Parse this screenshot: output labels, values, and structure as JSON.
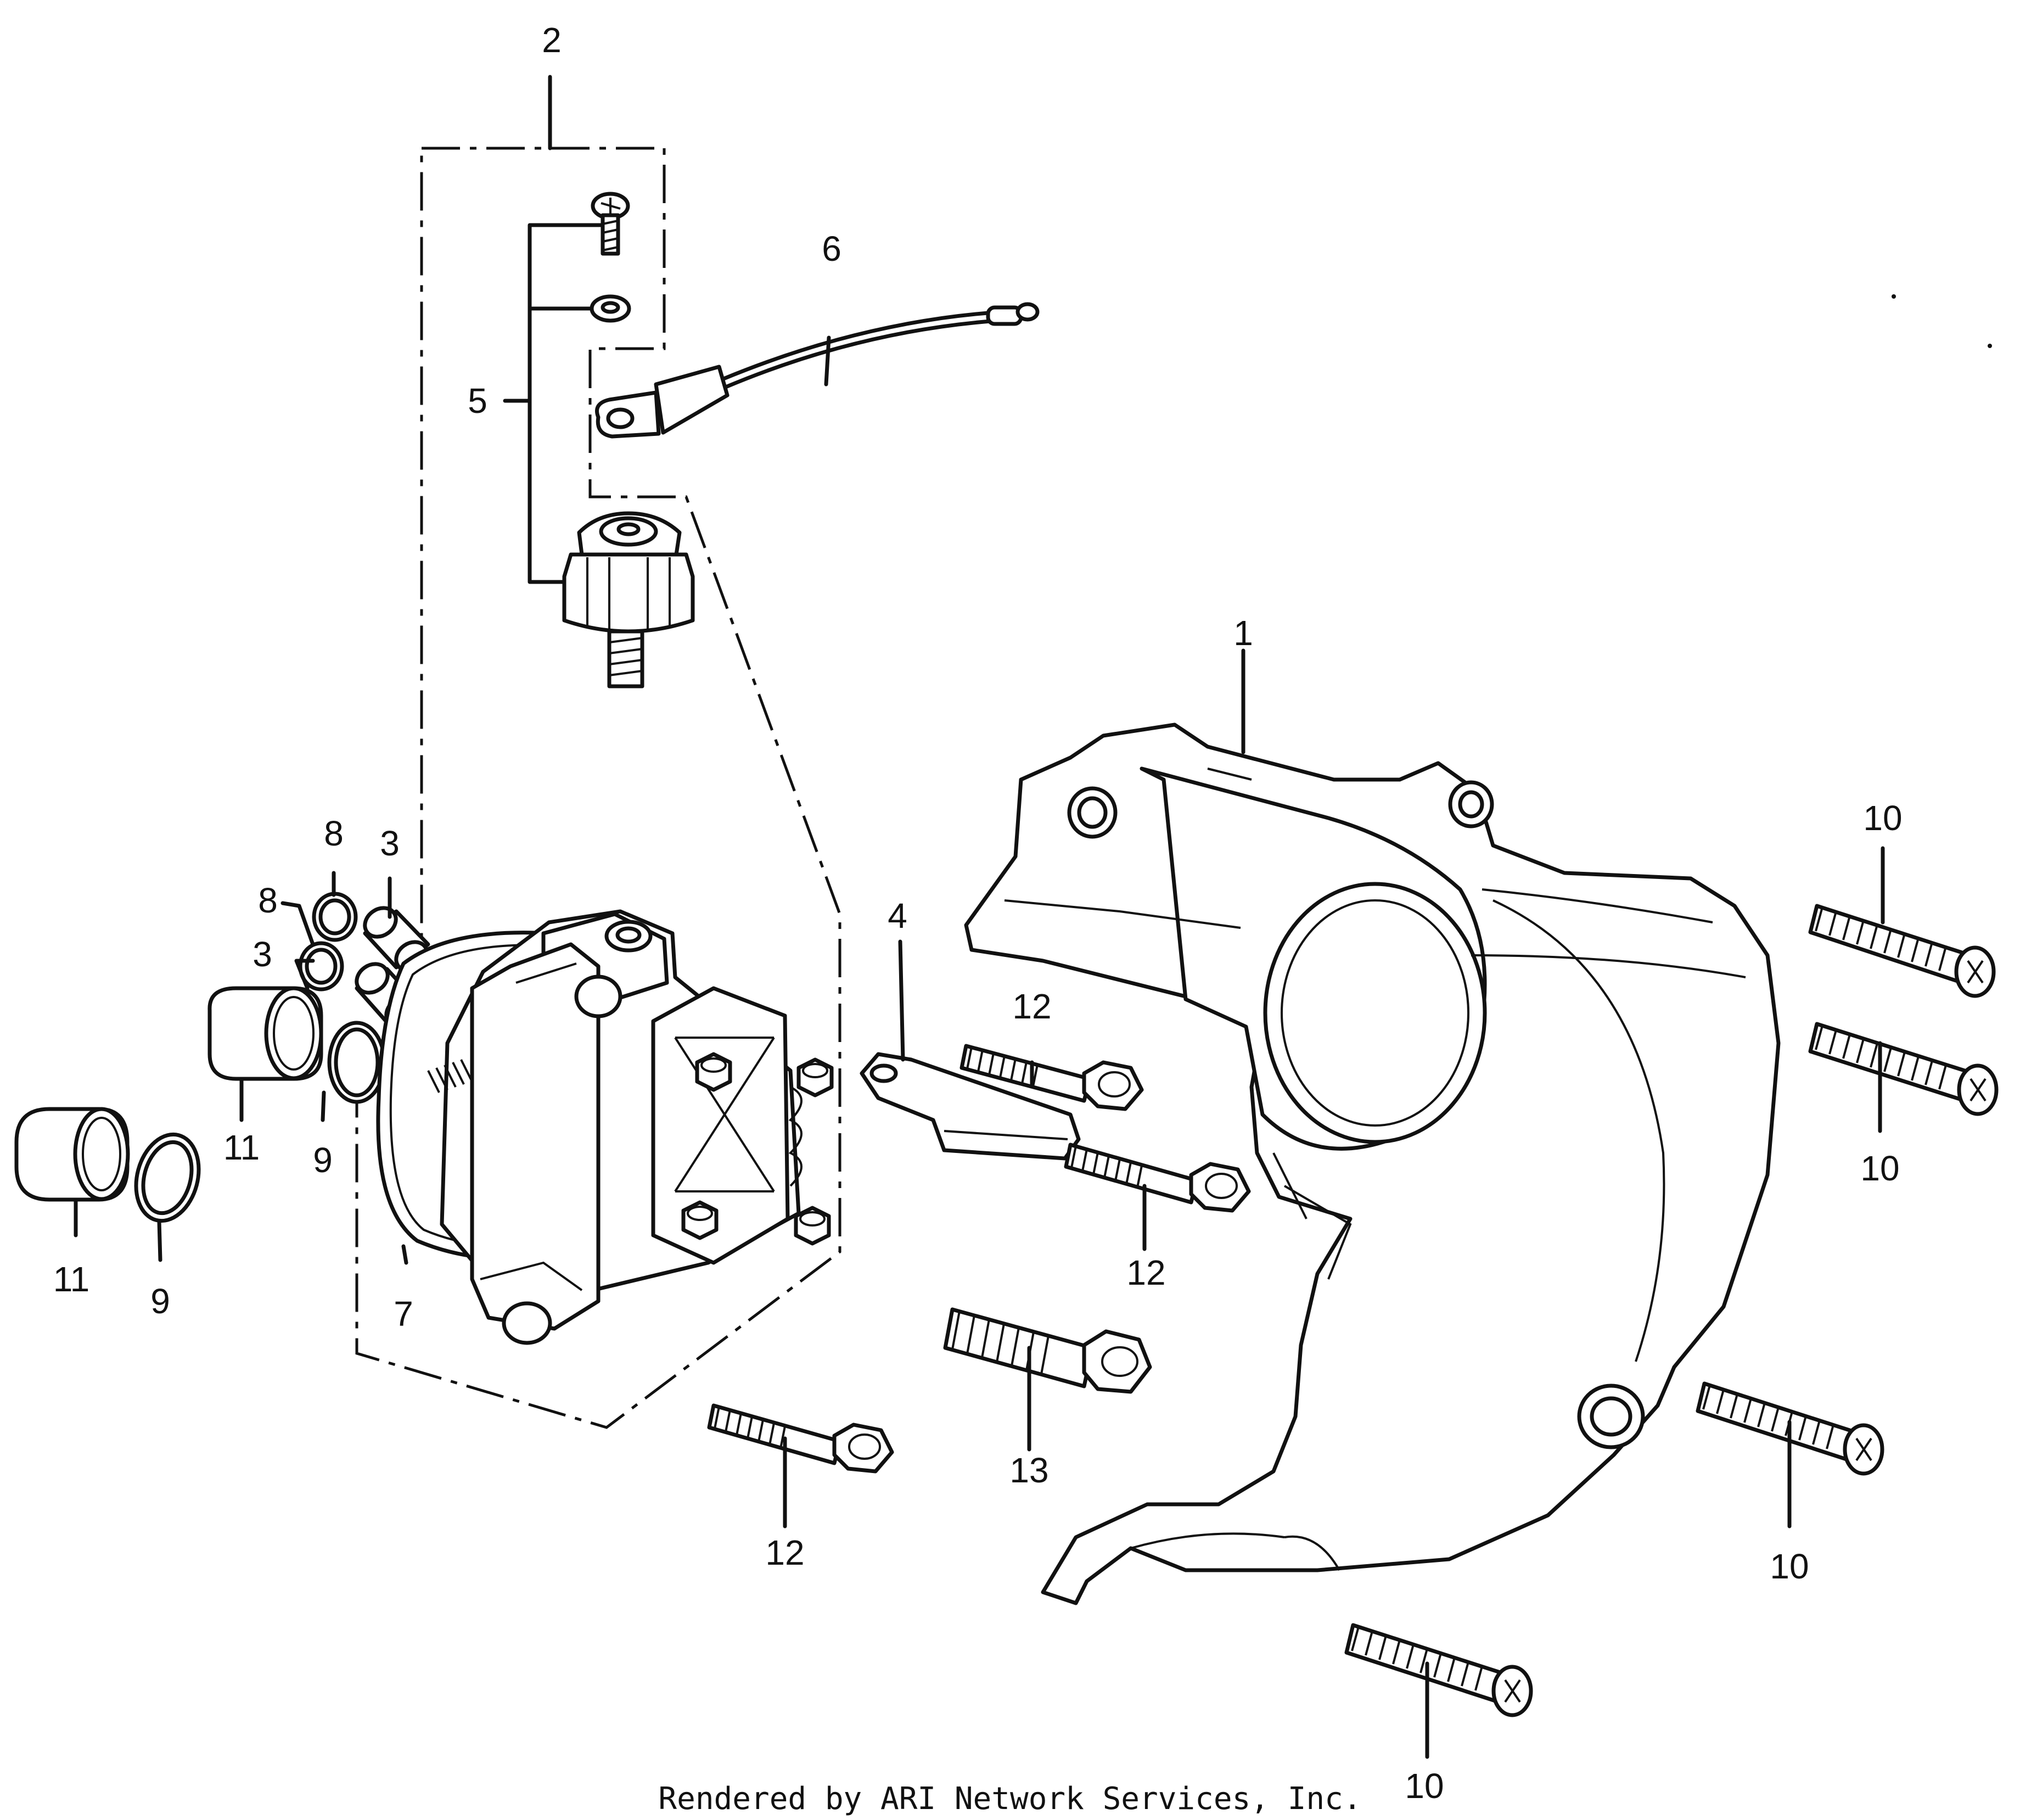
{
  "callouts": {
    "c1": "1",
    "c2": "2",
    "c3a": "3",
    "c3b": "3",
    "c4": "4",
    "c5": "5",
    "c6": "6",
    "c7": "7",
    "c8a": "8",
    "c8b": "8",
    "c9a": "9",
    "c9b": "9",
    "c10a": "10",
    "c10b": "10",
    "c10c": "10",
    "c10d": "10",
    "c11a": "11",
    "c11b": "11",
    "c12a": "12",
    "c12b": "12",
    "c12c": "12",
    "c13": "13"
  },
  "footer": {
    "credit": "Rendered by ARI Network Services, Inc."
  }
}
